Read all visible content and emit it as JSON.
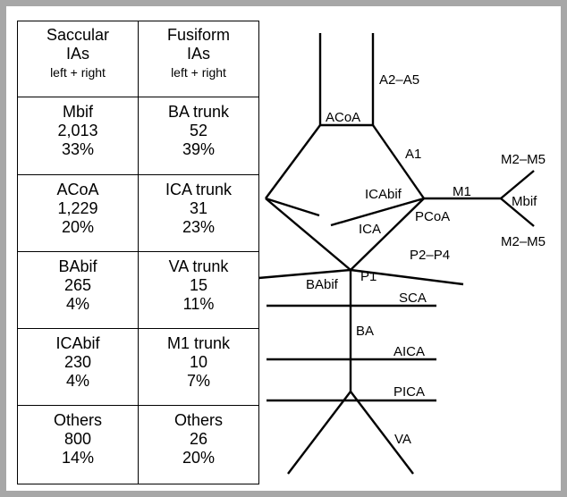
{
  "table": {
    "headers": [
      {
        "title": "Saccular",
        "title2": "IAs",
        "sub": "left + right"
      },
      {
        "title": "Fusiform",
        "title2": "IAs",
        "sub": "left + right"
      }
    ],
    "rows": [
      {
        "saccular": {
          "site": "Mbif",
          "count": "2,013",
          "pct": "33%"
        },
        "fusiform": {
          "site": "BA trunk",
          "count": "52",
          "pct": "39%"
        }
      },
      {
        "saccular": {
          "site": "ACoA",
          "count": "1,229",
          "pct": "20%"
        },
        "fusiform": {
          "site": "ICA trunk",
          "count": "31",
          "pct": "23%"
        }
      },
      {
        "saccular": {
          "site": "BAbif",
          "count": "265",
          "pct": "4%"
        },
        "fusiform": {
          "site": "VA trunk",
          "count": "15",
          "pct": "11%"
        }
      },
      {
        "saccular": {
          "site": "ICAbif",
          "count": "230",
          "pct": "4%"
        },
        "fusiform": {
          "site": "M1 trunk",
          "count": "10",
          "pct": "7%"
        }
      },
      {
        "saccular": {
          "site": "Others",
          "count": "800",
          "pct": "14%"
        },
        "fusiform": {
          "site": "Others",
          "count": "26",
          "pct": "20%"
        }
      }
    ]
  },
  "diagram": {
    "labels": {
      "a2_a5": "A2–A5",
      "acoa": "ACoA",
      "a1": "A1",
      "m2_m5_top": "M2–M5",
      "m2_m5_bottom": "M2–M5",
      "mbif": "Mbif",
      "m1": "M1",
      "icabif": "ICAbif",
      "ica": "ICA",
      "pcoa": "PCoA",
      "p2_p4": "P2–P4",
      "p1": "P1",
      "babif": "BAbif",
      "sca": "SCA",
      "ba": "BA",
      "aica": "AICA",
      "pica": "PICA",
      "va": "VA"
    }
  }
}
